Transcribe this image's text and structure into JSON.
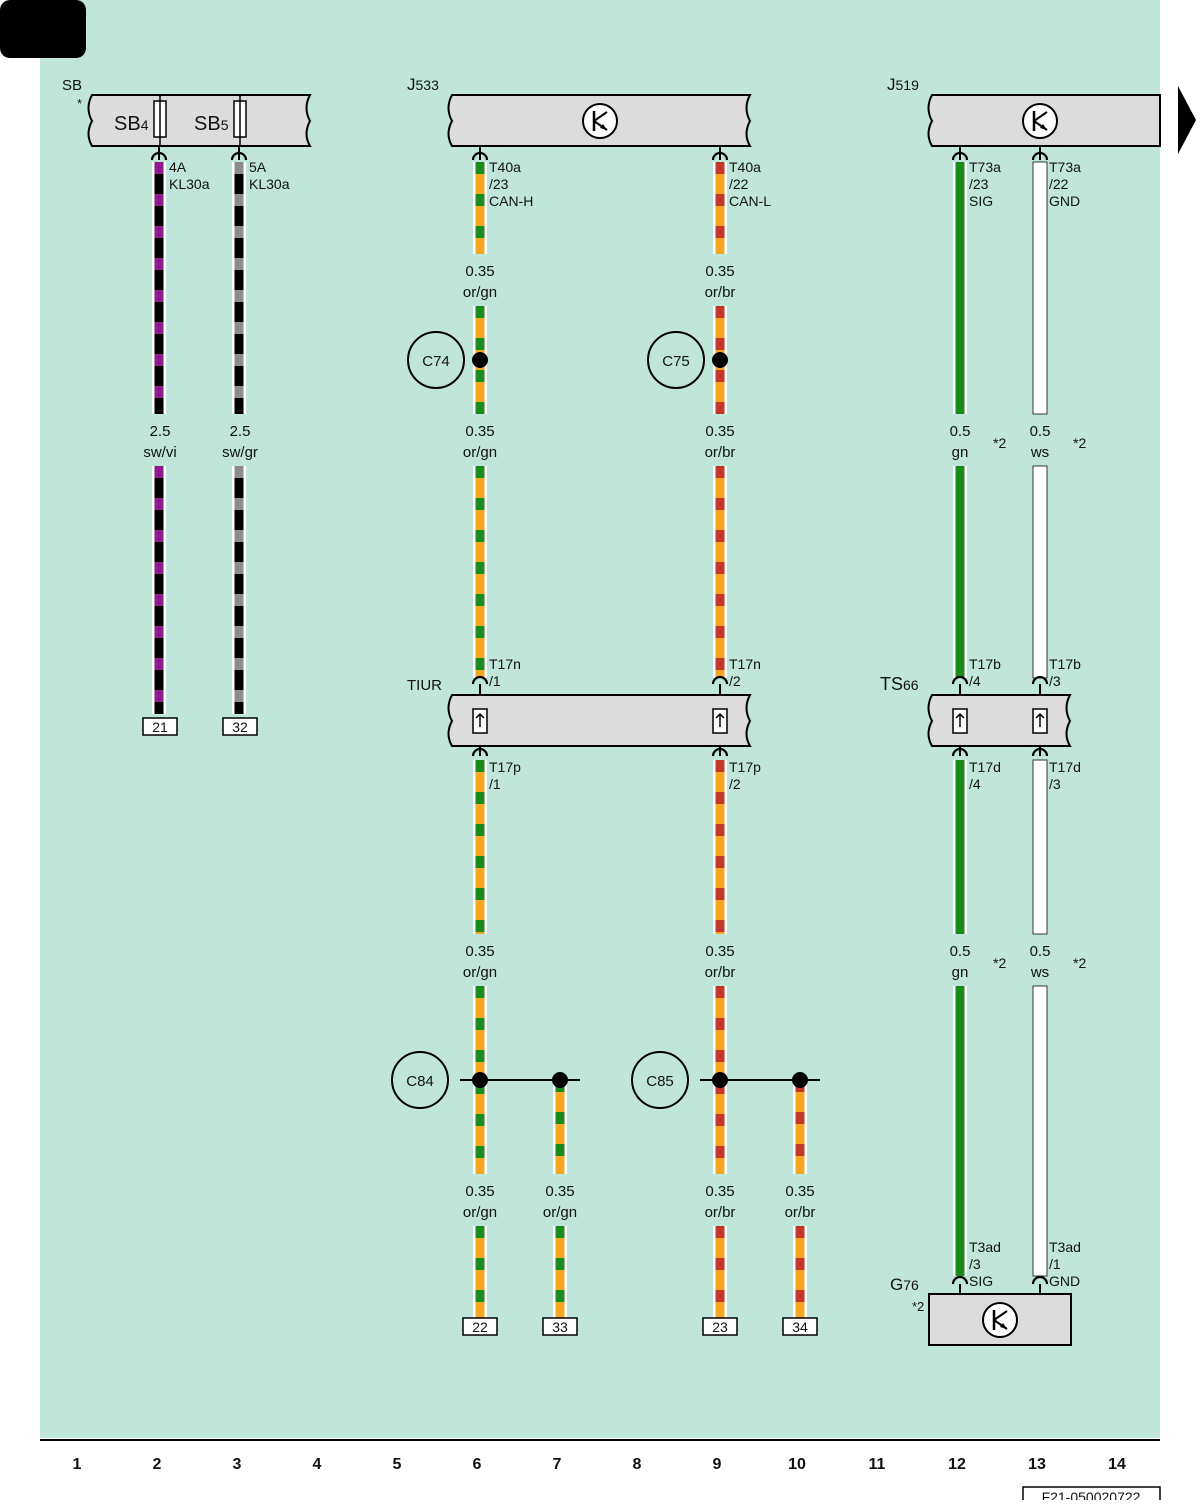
{
  "components": {
    "sb": {
      "label": "SB",
      "note": "*"
    },
    "sb4": {
      "prefix": "SB",
      "sub": "4"
    },
    "sb5": {
      "prefix": "SB",
      "sub": "5"
    },
    "j533": {
      "prefix": "J",
      "sub": "533"
    },
    "j519": {
      "prefix": "J",
      "sub": "519"
    },
    "tiur": {
      "label": "TIUR"
    },
    "ts66": {
      "prefix": "TS",
      "sub": "66"
    },
    "g76": {
      "prefix": "G",
      "sub": "76",
      "note": "*2"
    }
  },
  "pins": {
    "sb4": [
      "4A",
      "KL30a"
    ],
    "sb5": [
      "5A",
      "KL30a"
    ],
    "j533_23": [
      "T40a",
      "/23",
      "CAN-H"
    ],
    "j533_22": [
      "T40a",
      "/22",
      "CAN-L"
    ],
    "j519_23": [
      "T73a",
      "/23",
      "SIG"
    ],
    "j519_22": [
      "T73a",
      "/22",
      "GND"
    ],
    "tiur_top1": [
      "T17n",
      "/1"
    ],
    "tiur_top2": [
      "T17n",
      "/2"
    ],
    "ts66_top4": [
      "T17b",
      "/4"
    ],
    "ts66_top3": [
      "T17b",
      "/3"
    ],
    "tiur_bot1": [
      "T17p",
      "/1"
    ],
    "tiur_bot2": [
      "T17p",
      "/2"
    ],
    "ts66_bot4": [
      "T17d",
      "/4"
    ],
    "ts66_bot3": [
      "T17d",
      "/3"
    ],
    "g76_3": [
      "T3ad",
      "/3",
      "SIG"
    ],
    "g76_1": [
      "T3ad",
      "/1",
      "GND"
    ]
  },
  "wire_labels": {
    "c2": [
      "2.5",
      "sw/vi"
    ],
    "c3": [
      "2.5",
      "sw/gr"
    ],
    "c6_1": [
      "0.35",
      "or/gn"
    ],
    "c6_2": [
      "0.35",
      "or/gn"
    ],
    "c6_3": [
      "0.35",
      "or/gn"
    ],
    "c6_4": [
      "0.35",
      "or/gn"
    ],
    "c7": [
      "0.35",
      "or/gn"
    ],
    "c9_1": [
      "0.35",
      "or/br"
    ],
    "c9_2": [
      "0.35",
      "or/br"
    ],
    "c9_3": [
      "0.35",
      "or/br"
    ],
    "c9_4": [
      "0.35",
      "or/br"
    ],
    "c10": [
      "0.35",
      "or/br"
    ],
    "c12_1": [
      "0.5",
      "gn"
    ],
    "c12_2": [
      "0.5",
      "gn"
    ],
    "c13_1": [
      "0.5",
      "ws"
    ],
    "c13_2": [
      "0.5",
      "ws"
    ]
  },
  "footnotes": {
    "f12a": "*2",
    "f13a": "*2",
    "f12b": "*2",
    "f13b": "*2"
  },
  "splices": {
    "c74": "C74",
    "c75": "C75",
    "c84": "C84",
    "c85": "C85"
  },
  "refs": {
    "r21": "21",
    "r32": "32",
    "r22": "22",
    "r33": "33",
    "r23": "23",
    "r34": "34"
  },
  "ruler": [
    "1",
    "2",
    "3",
    "4",
    "5",
    "6",
    "7",
    "8",
    "9",
    "10",
    "11",
    "12",
    "13",
    "14"
  ],
  "doc_code": "F21-050020722",
  "colors": {
    "background": "#bfe6d9",
    "component_fill": "#dcdcdc",
    "or": "#f5a623",
    "gn": "#1a8a1a",
    "br": "#c0392b",
    "sw": "#000000",
    "vi": "#8e1a8e",
    "gr": "#8c8c8c",
    "ws": "#ffffff"
  }
}
